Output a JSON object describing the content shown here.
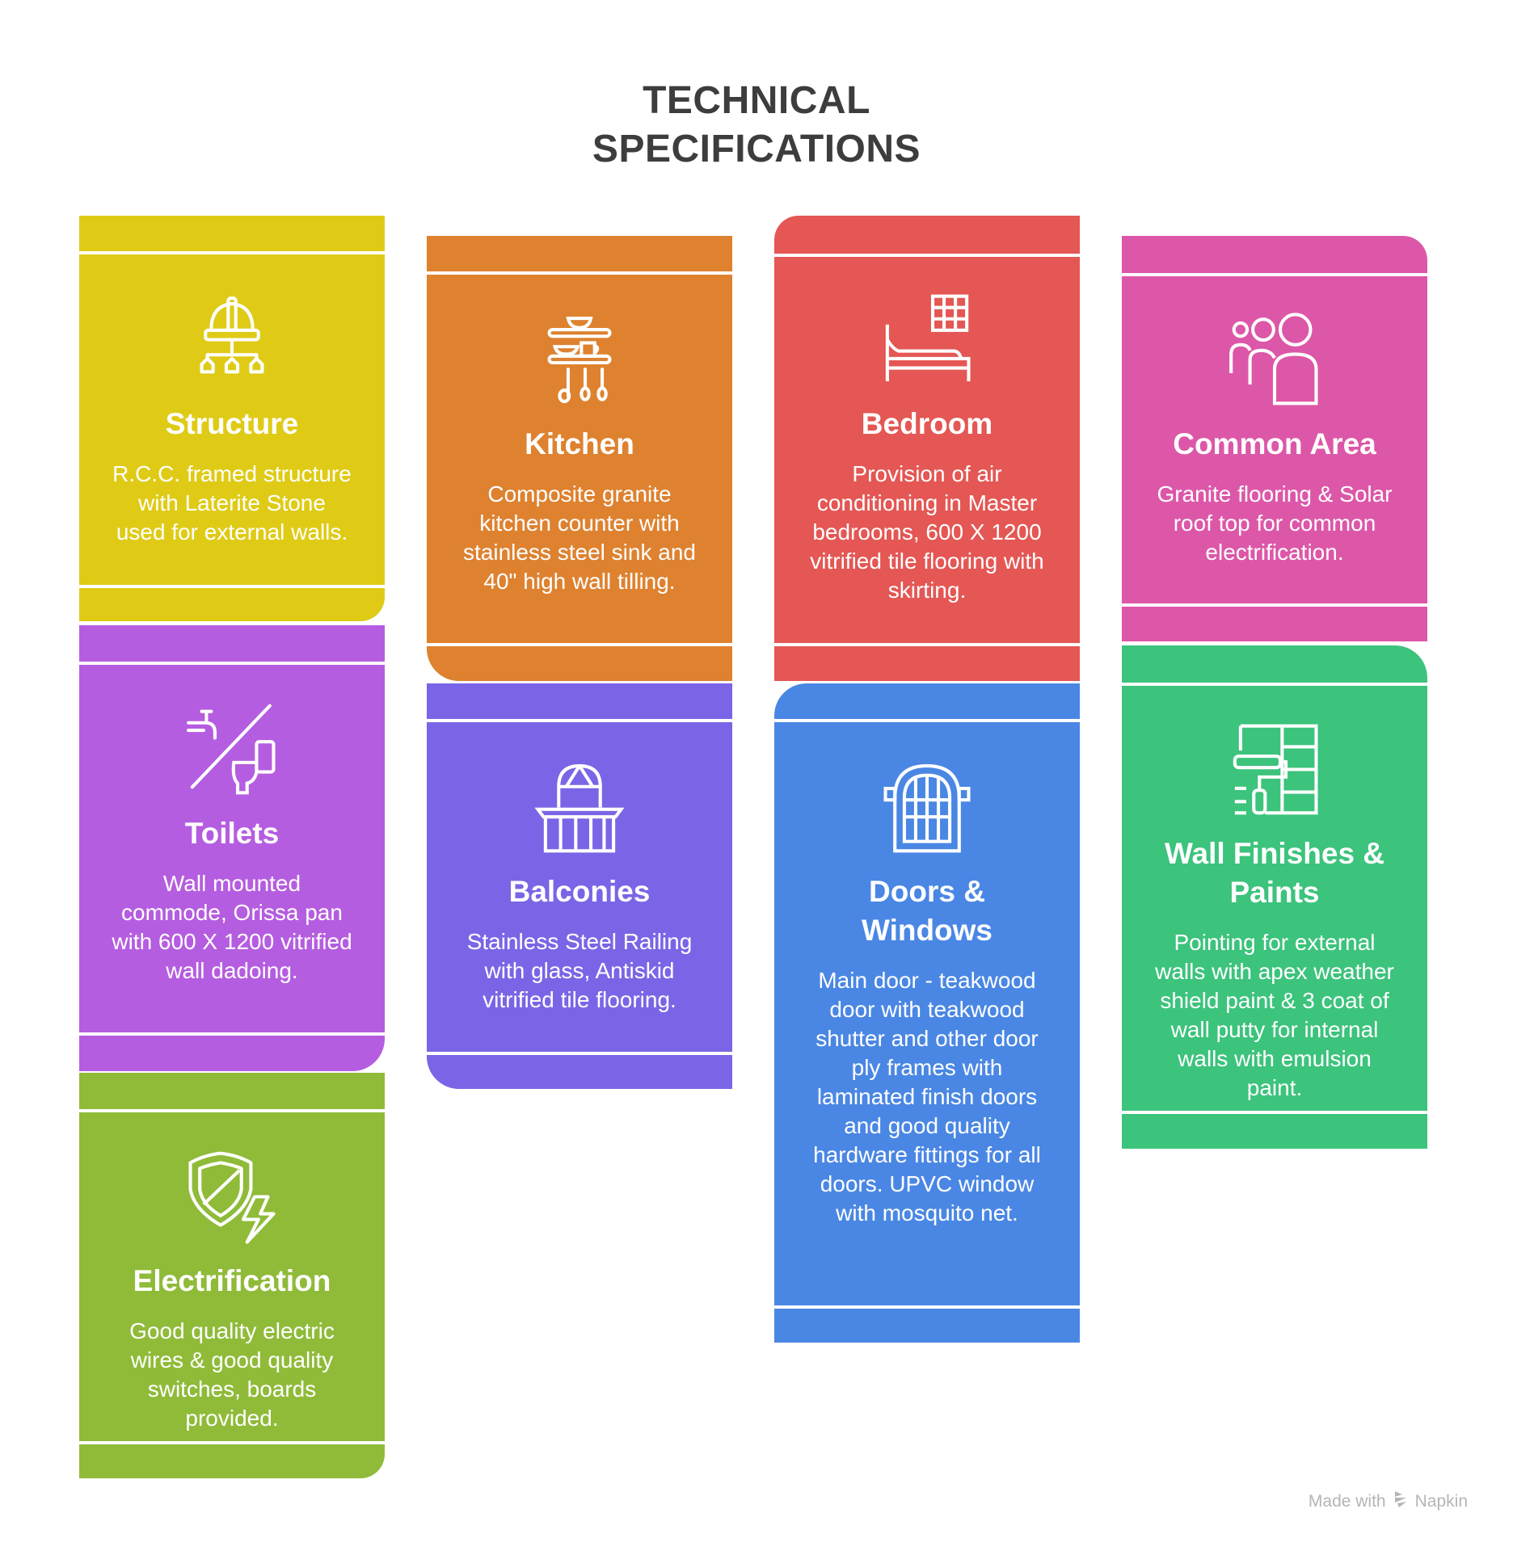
{
  "title_lines": [
    "TECHNICAL",
    "SPECIFICATIONS"
  ],
  "cards": [
    {
      "title": "Structure",
      "body": "R.C.C. framed structure with Laterite Stone used for external walls.",
      "color": "#DFCB16",
      "icon": "hardhat-hierarchy-icon"
    },
    {
      "title": "Kitchen",
      "body": "Composite granite kitchen counter with stainless steel sink and 40\" high wall tilling.",
      "color": "#DE8230",
      "icon": "kitchen-shelf-icon"
    },
    {
      "title": "Bedroom",
      "body": "Provision of air conditioning in Master bedrooms, 600 X 1200 vitrified tile flooring with skirting.",
      "color": "#E45754",
      "icon": "bed-icon"
    },
    {
      "title": "Common Area",
      "body": "Granite flooring & Solar roof top for common electrification.",
      "color": "#DD57A8",
      "icon": "people-icon"
    },
    {
      "title": "Toilets",
      "body": "Wall mounted commode, Orissa pan with 600 X 1200 vitrified wall dadoing.",
      "color": "#B55DE0",
      "icon": "tap-toilet-icon"
    },
    {
      "title": "Balconies",
      "body": "Stainless Steel Railing with glass, Antiskid vitrified tile flooring.",
      "color": "#7B65E6",
      "icon": "balcony-icon"
    },
    {
      "title": "Doors & Windows",
      "body": "Main door - teakwood door with teakwood shutter and other door ply frames with laminated finish doors and good quality hardware fittings for all doors. UPVC window with mosquito net.",
      "color": "#4A87E4",
      "icon": "window-icon"
    },
    {
      "title": "Wall Finishes & Paints",
      "body": "Pointing for external walls with apex weather shield paint & 3 coat of wall putty for internal walls with emulsion paint.",
      "color": "#3CC37C",
      "icon": "paint-roller-wall-icon"
    },
    {
      "title": "Electrification",
      "body": "Good quality electric wires & good quality switches, boards provided.",
      "color": "#8FBB39",
      "icon": "shield-bolt-icon"
    }
  ],
  "footer": {
    "made_with": "Made with",
    "brand": "Napkin"
  }
}
